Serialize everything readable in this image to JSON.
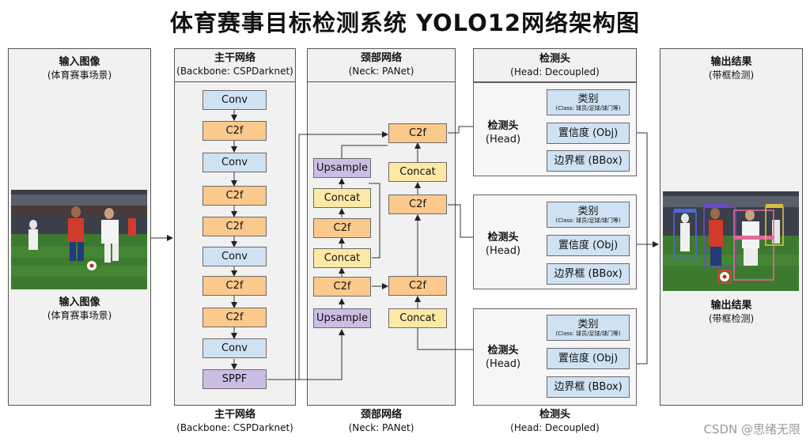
{
  "title": "体育赛事目标检测系统 YOLO12网络架构图",
  "input": {
    "header": "输入图像",
    "header_sub": "(体育赛事场景)",
    "footer": "输入图像",
    "footer_sub": "(体育赛事场景)"
  },
  "backbone": {
    "header": "主干网络",
    "header_sub": "(Backbone: CSPDarknet)",
    "footer": "主干网络",
    "footer_sub": "(Backbone: CSPDarknet)",
    "blocks": [
      "Conv",
      "C2f",
      "Conv",
      "C2f",
      "C2f",
      "Conv",
      "C2f",
      "C2f",
      "Conv",
      "SPPF"
    ]
  },
  "neck": {
    "header": "颈部网络",
    "header_sub": "(Neck: PANet)",
    "footer": "颈部网络",
    "footer_sub": "(Neck: PANet)",
    "left_col": [
      "Upsample",
      "Concat",
      "C2f",
      "Concat",
      "C2f",
      "Upsample"
    ],
    "right_col": [
      "C2f",
      "Concat",
      "C2f",
      "C2f",
      "Concat"
    ]
  },
  "head": {
    "header": "检测头",
    "header_sub": "(Head: Decoupled)",
    "footer": "检测头",
    "footer_sub": "(Head: Decoupled)",
    "label_bold": "检测头",
    "label_sub": "(Head)",
    "class_label": "类别",
    "class_sub": "(Class: 球员/足球/球门等)",
    "conf_label": "置信度 (Obj)",
    "bbox_label": "边界框 (BBox)"
  },
  "output": {
    "header": "输出结果",
    "header_sub": "(带框检测)",
    "footer": "输出结果",
    "footer_sub": "(带框检测)"
  },
  "watermark": "CSDN @思绪无限",
  "colors": {
    "blue": "#cfe2f3",
    "orange": "#fbc98c",
    "yellow": "#fde9a6",
    "purple": "#cbbde4",
    "panel": "#f1f1f1"
  }
}
